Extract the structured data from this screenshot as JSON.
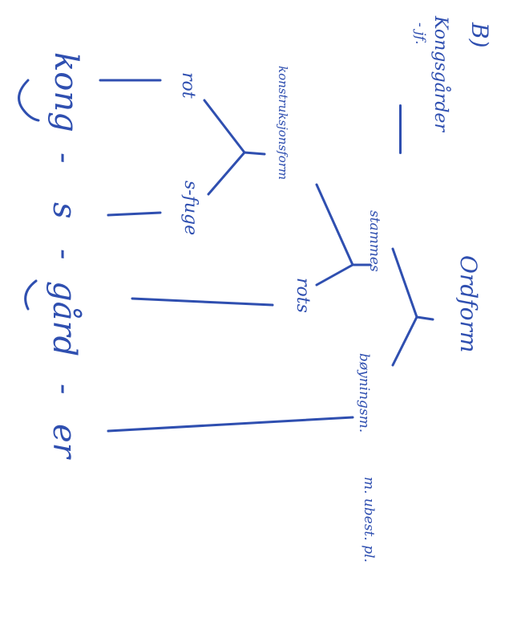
{
  "diagram": {
    "part_label": "B)",
    "compound_word": "Kongsgårder",
    "compound_gloss": "- jf.",
    "root_node": "Ordform",
    "stem_node": "stammes",
    "inflection_node": "bøyningsm.",
    "inflection_note": "m. ubest. pl.",
    "construction_node": "konstruksjonsform",
    "root_stem_node": "rots",
    "morph_root_node": "rot",
    "linker_node": "s-fuge",
    "segments": [
      "kong",
      "-",
      "s",
      "-",
      "gård",
      "-",
      "er"
    ]
  },
  "colors": {
    "ink": "#2f4fb0",
    "paper": "#ffffff"
  }
}
